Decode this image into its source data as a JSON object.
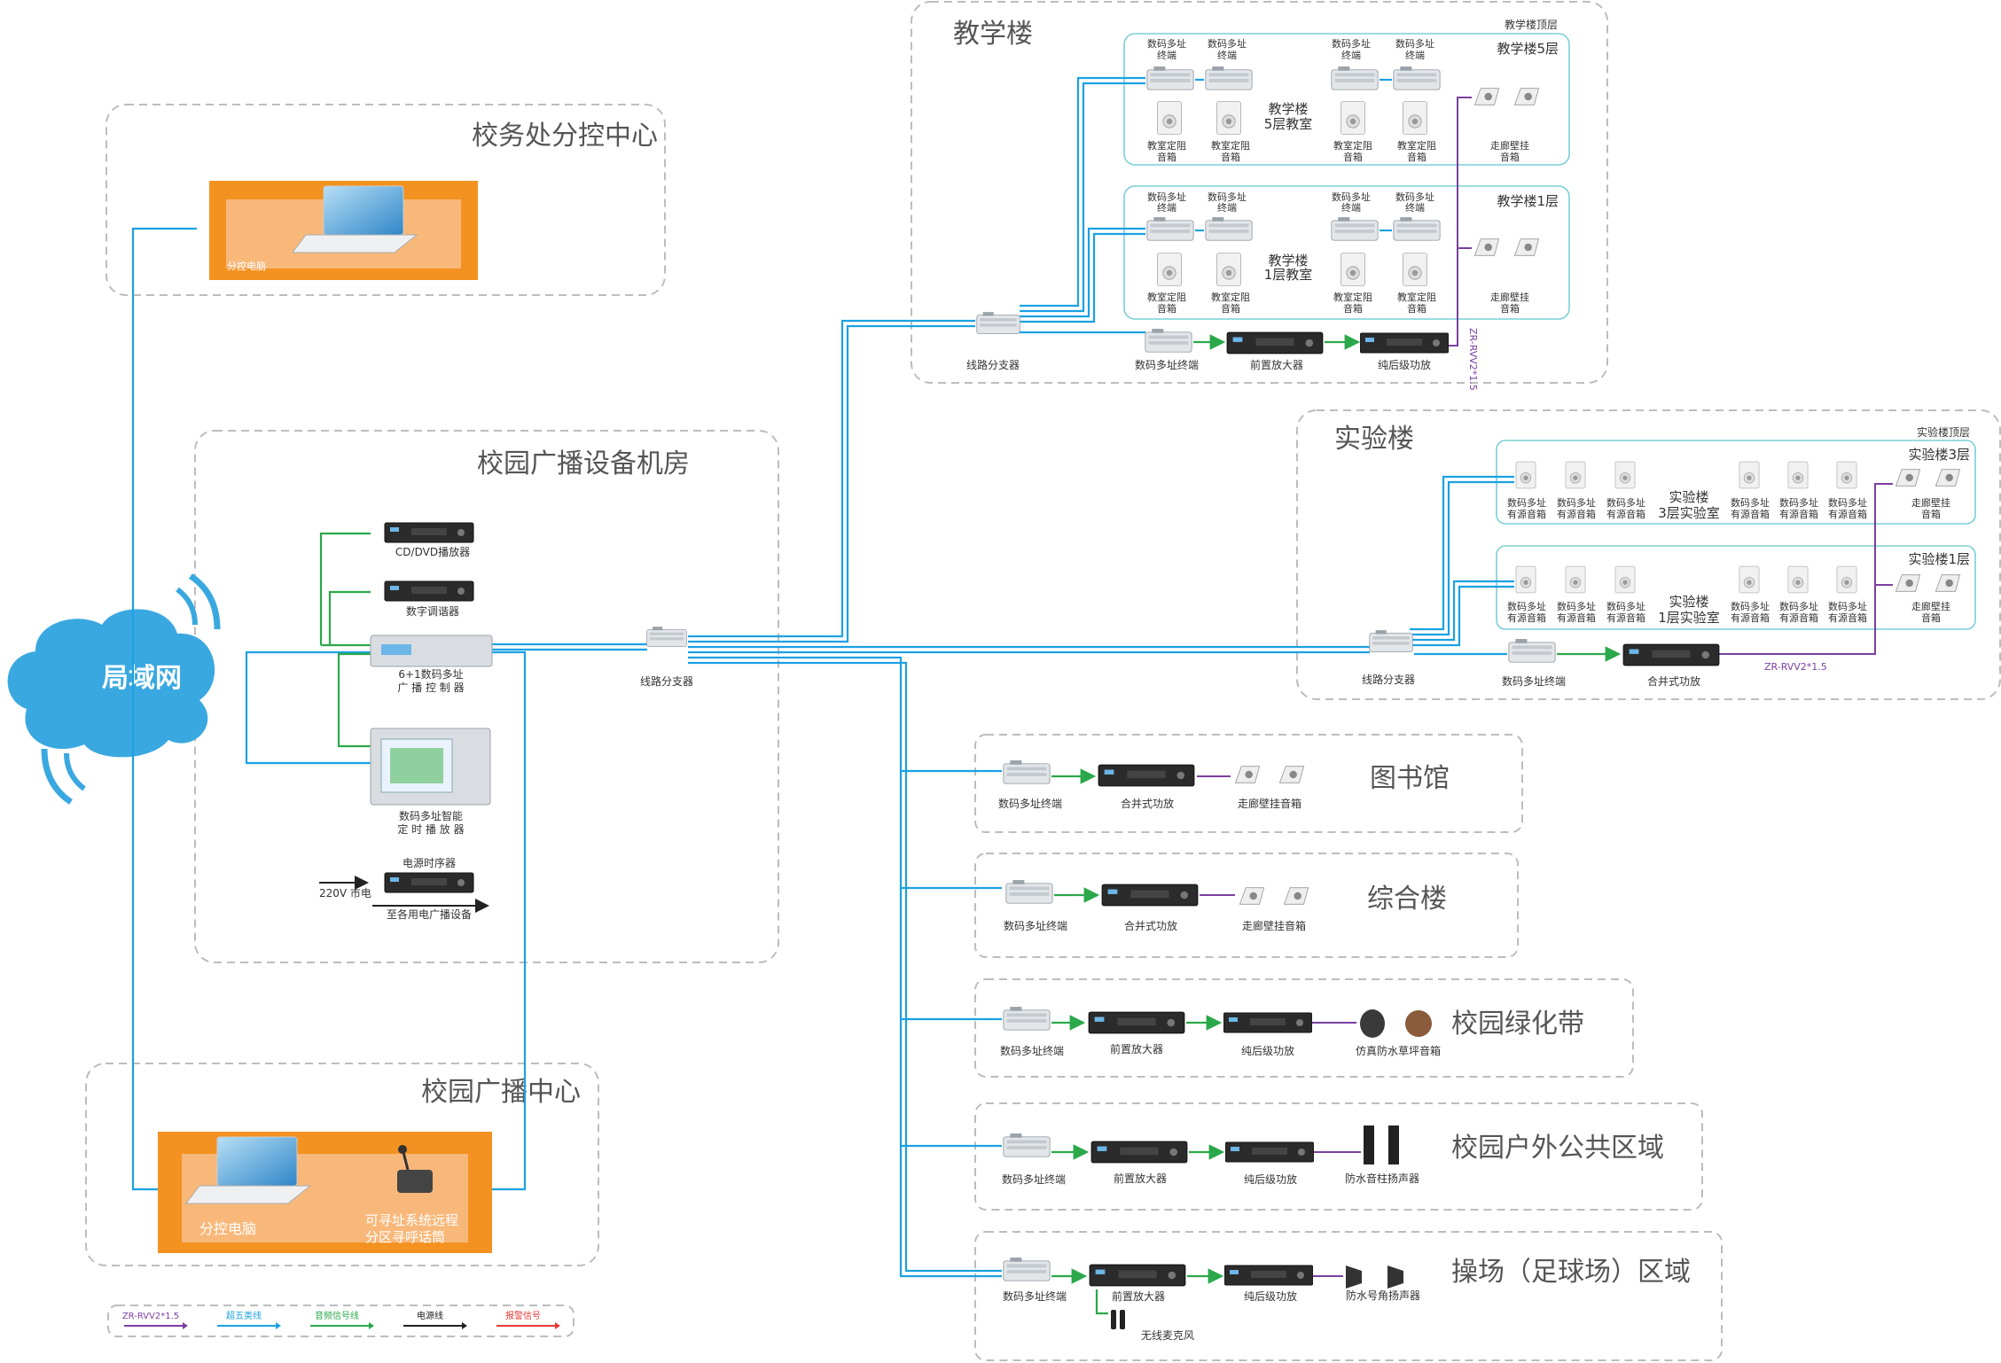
{
  "lan": {
    "label": "局域网"
  },
  "office_center": {
    "title": "校务处分控中心",
    "pc_label": "分控电脑"
  },
  "equipment_room": {
    "title": "校园广播设备机房",
    "cd_player": "CD/DVD播放器",
    "tuner": "数字调谐器",
    "controller_line1": "6+1数码多址",
    "controller_line2": "广 播 控 制 器",
    "timer_line1": "数码多址智能",
    "timer_line2": "定 时 播 放 器",
    "sequencer": "电源时序器",
    "mains": "220V 市电",
    "to_equipment": "至各用电广播设备",
    "splitter": "线路分支器"
  },
  "broadcast_center": {
    "title": "校园广播中心",
    "pc_label": "分控电脑",
    "mic_line1": "可寻址系统远程",
    "mic_line2": "分区寻呼话筒"
  },
  "teaching": {
    "title": "教学楼",
    "top_floor": "教学楼顶层",
    "floor5": "教学楼5层",
    "floor1": "教学楼1层",
    "terminal_line1": "数码多址",
    "terminal_line2": "终端",
    "speaker_line1": "教室定阻",
    "speaker_line2": "音箱",
    "room5_line1": "教学楼",
    "room5_line2": "5层教室",
    "room1_line1": "教学楼",
    "room1_line2": "1层教室",
    "corridor_line1": "走廊壁挂",
    "corridor_line2": "音箱",
    "splitter": "线路分支器",
    "terminal": "数码多址终端",
    "preamp": "前置放大器",
    "amp": "纯后级功放",
    "cable": "ZR-RVV2*1.5"
  },
  "lab": {
    "title": "实验楼",
    "top_floor": "实验楼顶层",
    "floor3": "实验楼3层",
    "floor1": "实验楼1层",
    "spk_line1": "数码多址",
    "spk_line2": "有源音箱",
    "room3_line1": "实验楼",
    "room3_line2": "3层实验室",
    "room1_line1": "实验楼",
    "room1_line2": "1层实验室",
    "corridor_line1": "走廊壁挂",
    "corridor_line2": "音箱",
    "splitter": "线路分支器",
    "terminal": "数码多址终端",
    "amp": "合并式功放",
    "cable": "ZR-RVV2*1.5"
  },
  "library": {
    "title": "图书馆",
    "terminal": "数码多址终端",
    "amp": "合并式功放",
    "speaker": "走廊壁挂音箱"
  },
  "complex": {
    "title": "综合楼",
    "terminal": "数码多址终端",
    "amp": "合并式功放",
    "speaker": "走廊壁挂音箱"
  },
  "green": {
    "title": "校园绿化带",
    "terminal": "数码多址终端",
    "preamp": "前置放大器",
    "amp": "纯后级功放",
    "speaker": "仿真防水草坪音箱"
  },
  "outdoor": {
    "title": "校园户外公共区域",
    "terminal": "数码多址终端",
    "preamp": "前置放大器",
    "amp": "纯后级功放",
    "speaker": "防水音柱扬声器"
  },
  "field": {
    "title": "操场（足球场）区域",
    "terminal": "数码多址终端",
    "preamp": "前置放大器",
    "amp": "纯后级功放",
    "speaker": "防水号角扬声器",
    "mic": "无线麦克风"
  },
  "legend": {
    "items": [
      {
        "label": "ZR-RVV2*1.5",
        "color": "#7b3fa0"
      },
      {
        "label": "超五类线",
        "color": "#1ba1e2"
      },
      {
        "label": "音频信号线",
        "color": "#2aa84a"
      },
      {
        "label": "电源线",
        "color": "#222222"
      },
      {
        "label": "报警信号",
        "color": "#e53935"
      }
    ]
  },
  "colors": {
    "accent": "#f39221",
    "network": "#1ba1e2"
  }
}
